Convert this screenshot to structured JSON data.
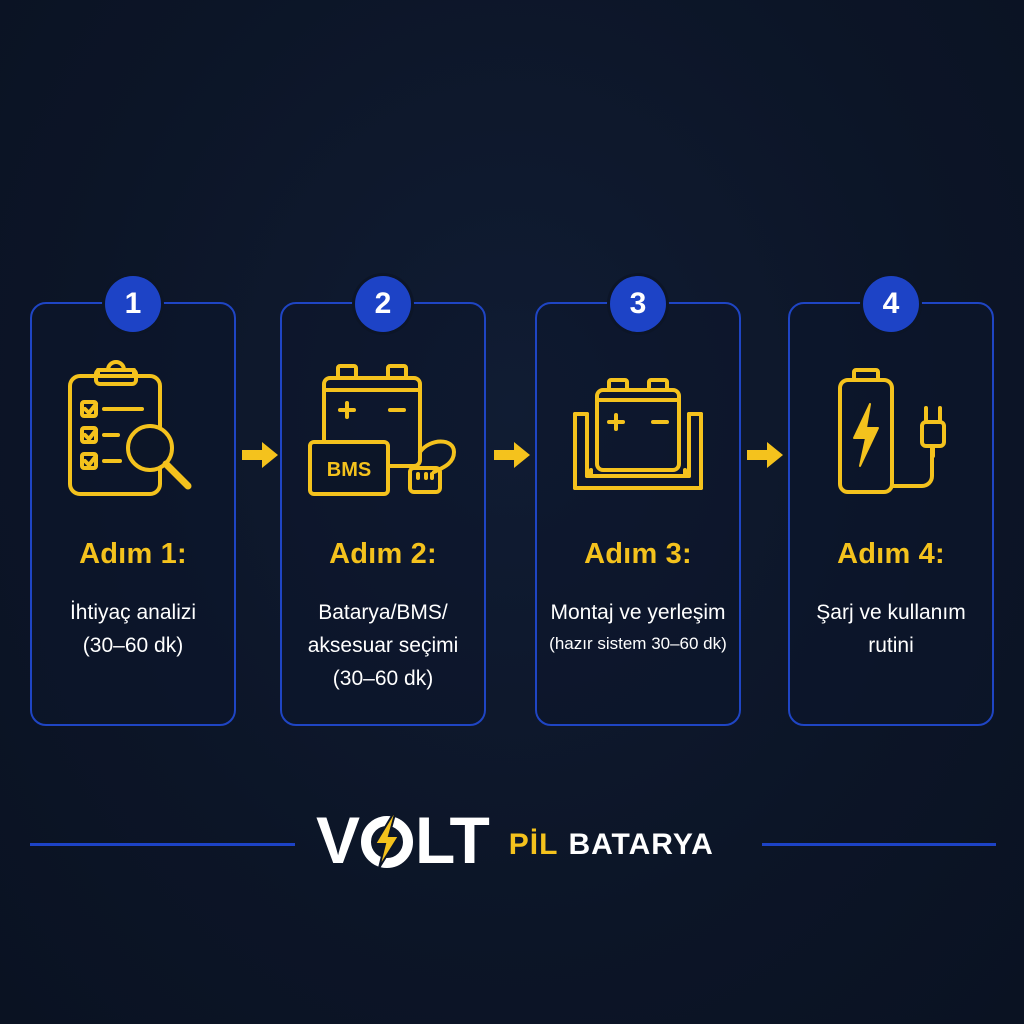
{
  "colors": {
    "background": "#0c1527",
    "card_border": "#1f45c4",
    "badge": "#1d43c6",
    "accent_yellow": "#f4c21d",
    "text": "#ffffff"
  },
  "steps": [
    {
      "number": "1",
      "icon": "clipboard-checklist-magnifier-icon",
      "title": "Adım 1:",
      "lines": [
        "İhtiyaç analizi",
        "(30–60 dk)"
      ]
    },
    {
      "number": "2",
      "icon": "battery-bms-connector-icon",
      "title": "Adım 2:",
      "bms_label": "BMS",
      "lines": [
        "Batarya/BMS/",
        "aksesuar seçimi",
        "(30–60 dk)"
      ]
    },
    {
      "number": "3",
      "icon": "battery-in-mount-icon",
      "title": "Adım 3:",
      "lines": [
        "Montaj ve yerleşim",
        "(hazır sistem 30–60 dk)"
      ]
    },
    {
      "number": "4",
      "icon": "battery-charging-plug-icon",
      "title": "Adım 4:",
      "lines": [
        "Şarj ve kullanım",
        "rutini"
      ]
    }
  ],
  "logo": {
    "v": "V",
    "lt": "LT",
    "pil": "PİL",
    "batarya": "BATARYA"
  }
}
